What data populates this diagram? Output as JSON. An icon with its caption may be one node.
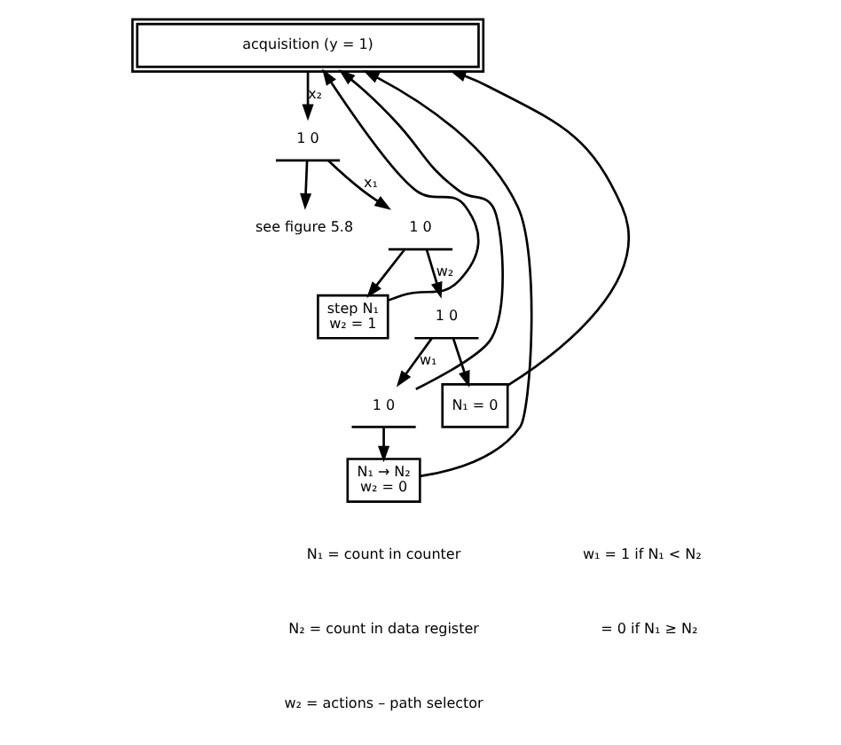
{
  "diagram": {
    "nodes": [
      {
        "text": [
          "acquisition (y = 1)"
        ]
      },
      {
        "text": [
          "1 0"
        ]
      },
      {
        "text": [
          "see figure 5.8"
        ]
      },
      {
        "text": [
          "1 0"
        ]
      },
      {
        "text": [
          "step N₁",
          "w₂ = 1"
        ]
      },
      {
        "text": [
          "1 0"
        ]
      },
      {
        "text": [
          "1 0"
        ]
      },
      {
        "text": [
          "N₁ → N₂",
          "w₂ = 0"
        ]
      },
      {
        "text": [
          "N₁ = 0"
        ]
      }
    ],
    "edges": [
      {
        "from": 0,
        "to": 1,
        "arrow": "to",
        "label": "x₂"
      },
      {
        "from": 1,
        "to": 2,
        "arrow": "to"
      },
      {
        "from": 1,
        "to": 3,
        "arrow": "to",
        "label": "x₁"
      },
      {
        "from": 3,
        "to": 4,
        "arrow": "to"
      },
      {
        "from": 3,
        "to": 5,
        "arrow": "to",
        "label": "w₂"
      },
      {
        "from": 5,
        "to": 6,
        "arrow": "to",
        "label": "w₁"
      },
      {
        "from": 5,
        "to": 8,
        "arrow": "to"
      },
      {
        "from": 6,
        "to": 7,
        "arrow": "to"
      },
      {
        "from": 4,
        "to": 0,
        "arrow": "to"
      },
      {
        "from": 8,
        "to": 0,
        "arrow": "to"
      },
      {
        "from": 6,
        "to": 0,
        "arrow": "to"
      },
      {
        "from": 7,
        "to": 0,
        "arrow": "to"
      }
    ],
    "labels": [
      "N₁ = count in counter",
      "w₁ = 1 if N₁ < N₂",
      "N₂ = count in data register",
      "= 0 if N₁ ≥ N₂",
      "w₂ = actions – path selector"
    ]
  }
}
